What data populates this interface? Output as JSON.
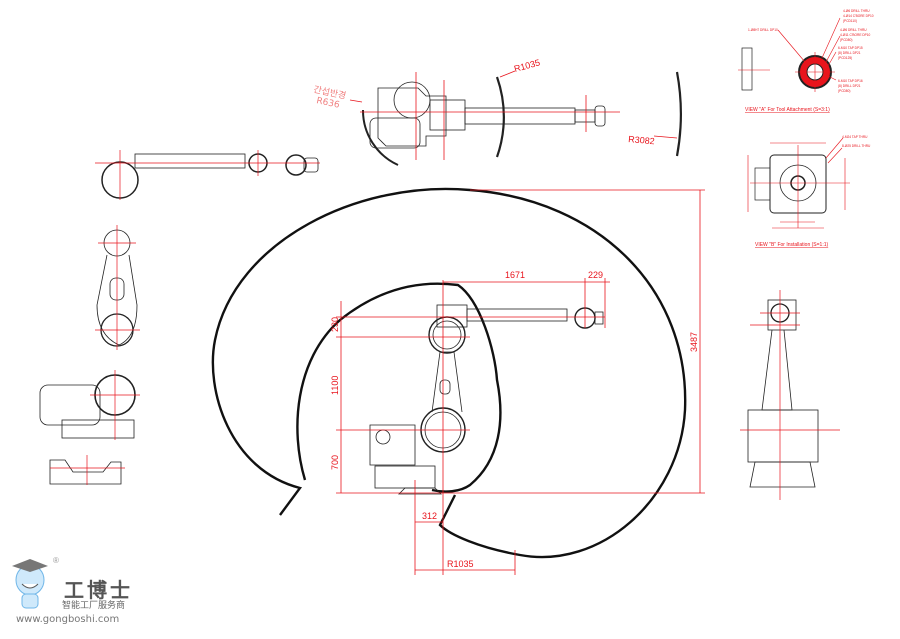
{
  "top_view": {
    "interference_label": "간섭반경",
    "r636": "R636",
    "r1035": "R1035",
    "r3082": "R3082"
  },
  "view_a": {
    "title": "VIEW \"A\" For Tool Attachment (S=3:1)",
    "notes": [
      "4-Ø6 DRILL THRU",
      "4-Ø14 C'BORE DP10",
      "(PCD110)",
      "4-Ø6 DRILL THRU",
      "4-Ø11 C'BORE DP10",
      "(PCD80)",
      "6-M10 TAP DP15",
      "(8) DRILL DP21",
      "(PCD125)",
      "6-M10 TAP DP16",
      "(8) DRILL DP21",
      "(PCD80)",
      "1-Ø8H7 DRILL DP10"
    ]
  },
  "view_b": {
    "title": "VIEW \"B\" For Installation (S=1:1)",
    "notes": [
      "4-M24 TAP THRU",
      "8-Ø25 DRILL THRU"
    ]
  },
  "main_view": {
    "dims": {
      "d1671": "1671",
      "d229": "229",
      "d230": "230",
      "d1100": "1100",
      "d700": "700",
      "d3487": "3487",
      "d312": "312",
      "r1035": "R1035"
    }
  },
  "logo": {
    "brand": "工博士",
    "subtitle": "智能工厂服务商",
    "url": "www.gongboshi.com",
    "registered": "®"
  }
}
